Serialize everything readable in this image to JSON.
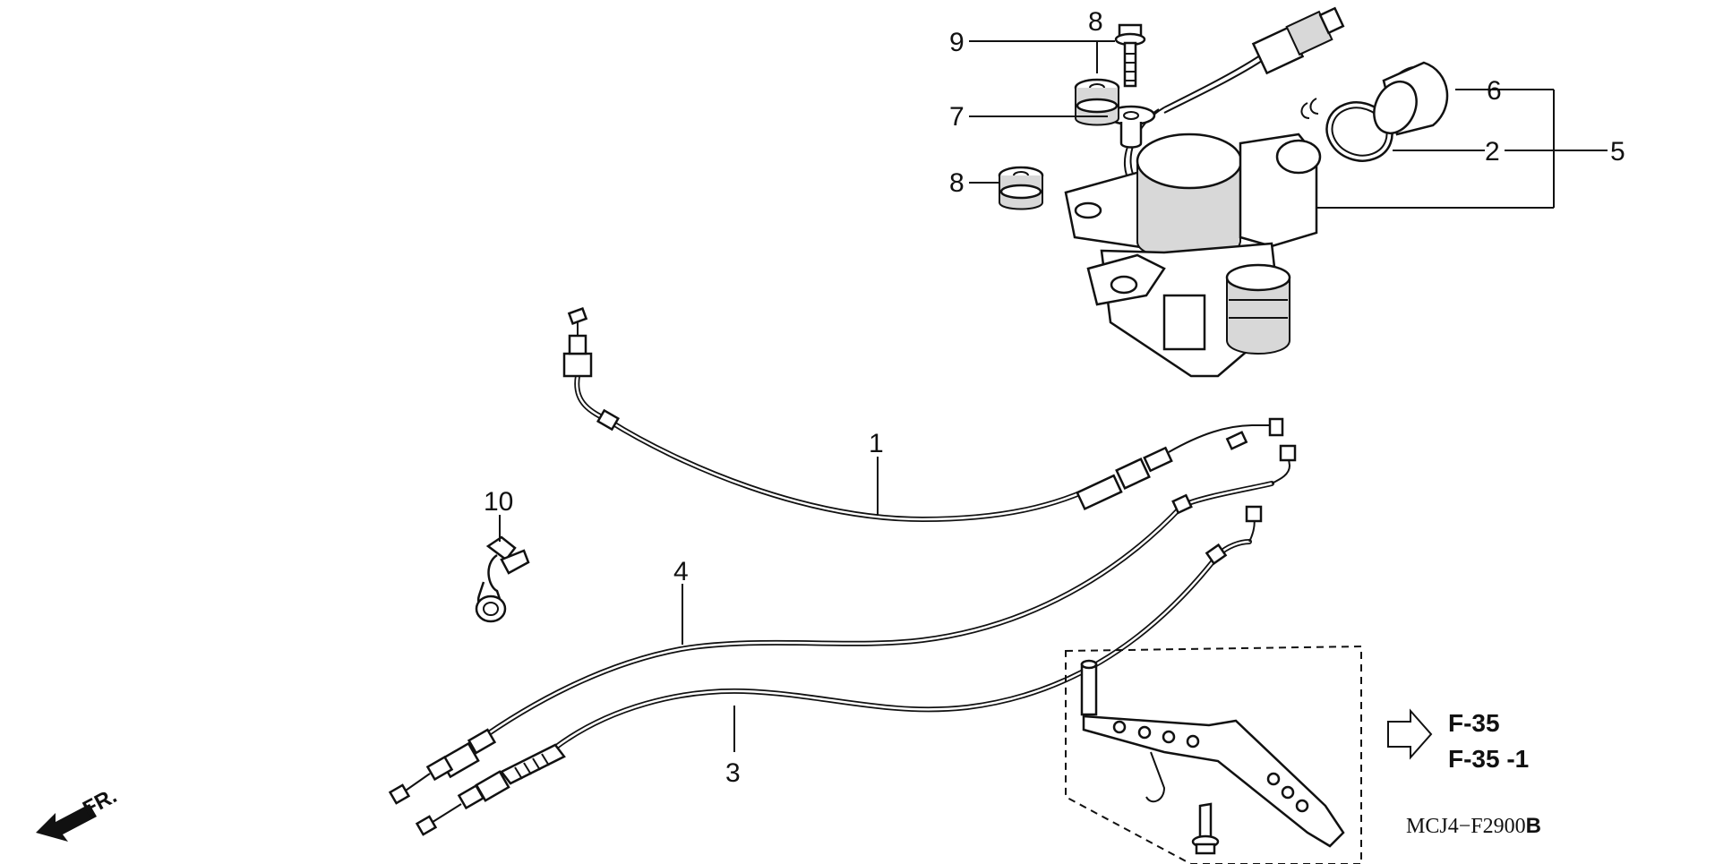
{
  "callouts": {
    "c1": "1",
    "c2": "2",
    "c3": "3",
    "c4": "4",
    "c5": "5",
    "c6": "6",
    "c7": "7",
    "c8a": "8",
    "c8b": "8",
    "c9": "9",
    "c10": "10"
  },
  "references": {
    "ref1": "F-35",
    "ref2": "F-35 -1"
  },
  "diagram_code": "MCJ4−F2900",
  "diagram_code_suffix": "B",
  "direction_label": "FR."
}
